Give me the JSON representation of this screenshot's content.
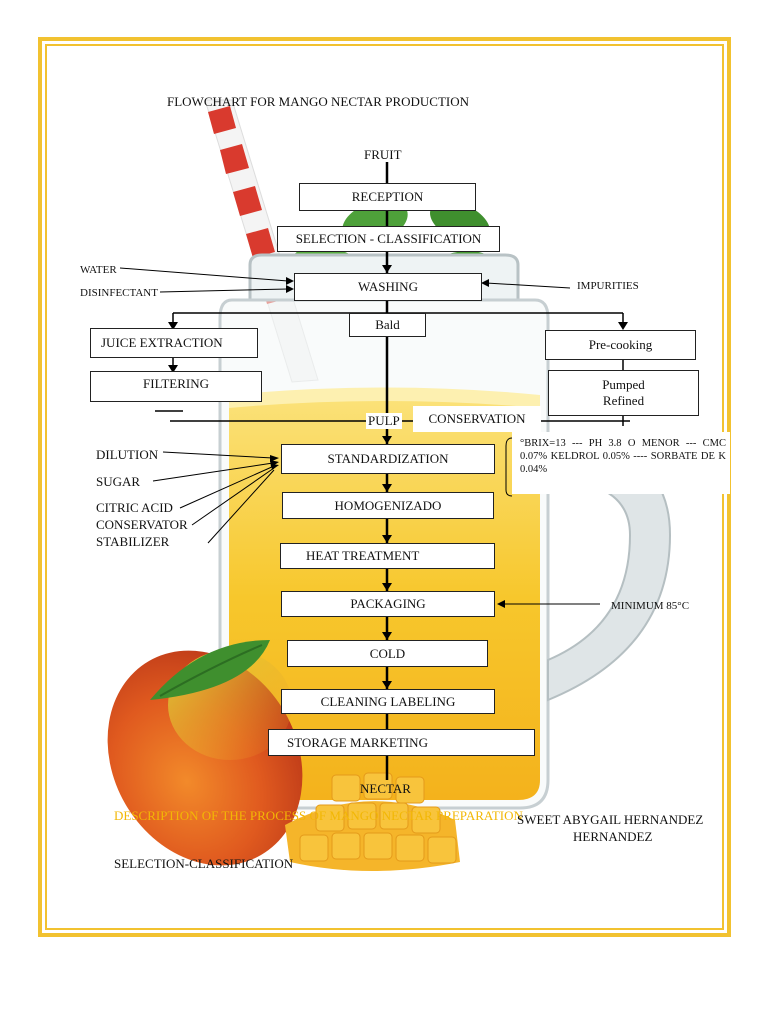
{
  "title": "FLOWCHART FOR MANGO NECTAR PRODUCTION",
  "start": "FRUIT",
  "end": "NECTAR",
  "steps": {
    "reception": "RECEPTION",
    "selection": "SELECTION - CLASSIFICATION",
    "washing": "WASHING",
    "bald": "Bald",
    "juice_extraction": "JUICE EXTRACTION",
    "filtering": "FILTERING",
    "pre_cooking": "Pre-cooking",
    "pumped": "Pumped",
    "refined": "Refined",
    "pulp": "PULP",
    "conservation": "CONSERVATION",
    "standardization": "STANDARDIZATION",
    "homogenizado": "HOMOGENIZADO",
    "heat_treatment": "HEAT TREATMENT",
    "packaging": "PACKAGING",
    "cold": "COLD",
    "cleaning_labeling": "CLEANING LABELING",
    "storage_marketing": "STORAGE MARKETING"
  },
  "inputs": {
    "water": "WATER",
    "disinfectant": "DISINFECTANT",
    "impurities": "IMPURITIES",
    "dilution": "DILUTION",
    "sugar": "SUGAR",
    "citric_acid": "CITRIC ACID",
    "conservator": "CONSERVATOR",
    "stabilizer": "STABILIZER",
    "minimum_temp": "MINIMUM 85°C"
  },
  "notes": "°BRIX=13 --- PH 3.8 O MENOR --- CMC 0.07% KELDROL 0.05% ---- SORBATE DE K 0.04%",
  "description": "DESCRIPTION OF THE PROCESS OF MANGO NECTAR PREPARATION",
  "author_line1": "SWEET ABYGAIL HERNANDEZ",
  "author_line2": "HERNANDEZ",
  "section_heading": "SELECTION-CLASSIFICATION",
  "colors": {
    "frame": "#f2c230",
    "description_text": "#f2b705",
    "juice": "#f7c72c"
  }
}
